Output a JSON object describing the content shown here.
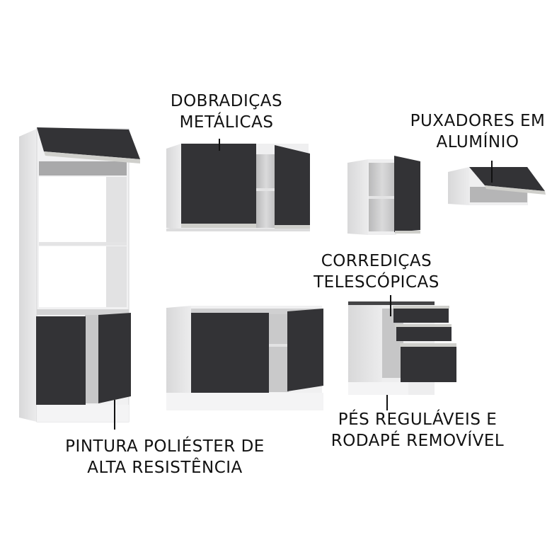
{
  "colors": {
    "door": "#333336",
    "carcass": "#e9e9ea",
    "carcass_side": "#dcdcdd",
    "interior": "#c9c9ca",
    "handle": "#cfcfcb",
    "leader": "#111111",
    "text": "#111111"
  },
  "labels": {
    "hinges": {
      "line1": "DOBRADIÇAS",
      "line2": "METÁLICAS"
    },
    "handles": {
      "line1": "PUXADORES EM",
      "line2": "ALUMÍNIO"
    },
    "slides": {
      "line1": "CORREDIÇAS",
      "line2": "TELESCÓPICAS"
    },
    "feet": {
      "line1": "PÉS REGULÁVEIS E",
      "line2": "RODAPÉ REMOVÍVEL"
    },
    "paint": {
      "line1": "PINTURA POLIÉSTER DE",
      "line2": "ALTA RESISTÊNCIA"
    }
  },
  "products": [
    {
      "name": "tall-oven-cabinet",
      "doors": 3
    },
    {
      "name": "upper-cabinet-2-doors",
      "doors": 2
    },
    {
      "name": "upper-cabinet-1-door",
      "doors": 1
    },
    {
      "name": "upper-cabinet-flip-up",
      "doors": 1
    },
    {
      "name": "base-cabinet-2-doors",
      "doors": 2
    },
    {
      "name": "base-cabinet-3-drawers",
      "drawers": 3
    }
  ]
}
